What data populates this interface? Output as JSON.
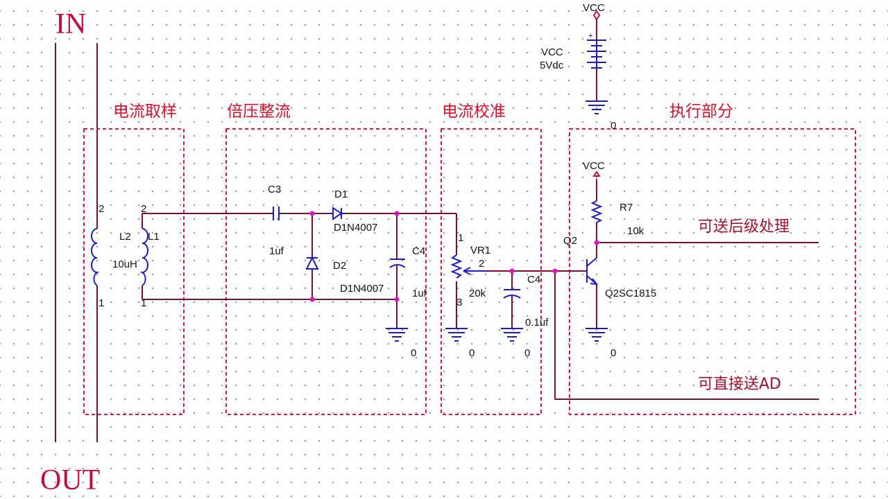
{
  "terminals": {
    "in": "IN",
    "out": "OUT"
  },
  "blocks": {
    "sampling": "电流取样",
    "doubler": "倍压整流",
    "calibration": "电流校准",
    "execution": "执行部分"
  },
  "outputs": {
    "to_processing": "可送后级处理",
    "to_ad": "可直接送AD"
  },
  "power": {
    "net": "VCC",
    "source_name": "VCC",
    "source_value": "5Vdc",
    "ground": "0"
  },
  "transformer": {
    "l2": "L2",
    "l1": "L1",
    "value": "10uH",
    "pin2": "2",
    "pin1": "1"
  },
  "c3": {
    "name": "C3",
    "value": "1uf"
  },
  "d1": {
    "name": "D1",
    "part": "D1N4007"
  },
  "d2": {
    "name": "D2",
    "part": "D1N4007"
  },
  "c4a": {
    "name": "C4",
    "value": "1uf"
  },
  "vr1": {
    "name": "VR1",
    "value": "20k",
    "pin1": "1",
    "pin2": "2",
    "pin3": "3"
  },
  "c4b": {
    "name": "C4",
    "value": "0.1uf"
  },
  "r7": {
    "name": "R7",
    "value": "10k"
  },
  "q2": {
    "name": "Q2",
    "part": "Q2SC1815"
  },
  "colors": {
    "wire": "#7a0f2d",
    "component": "#1a1ac8",
    "block_border": "#e8103a",
    "junction": "#e010c8"
  }
}
